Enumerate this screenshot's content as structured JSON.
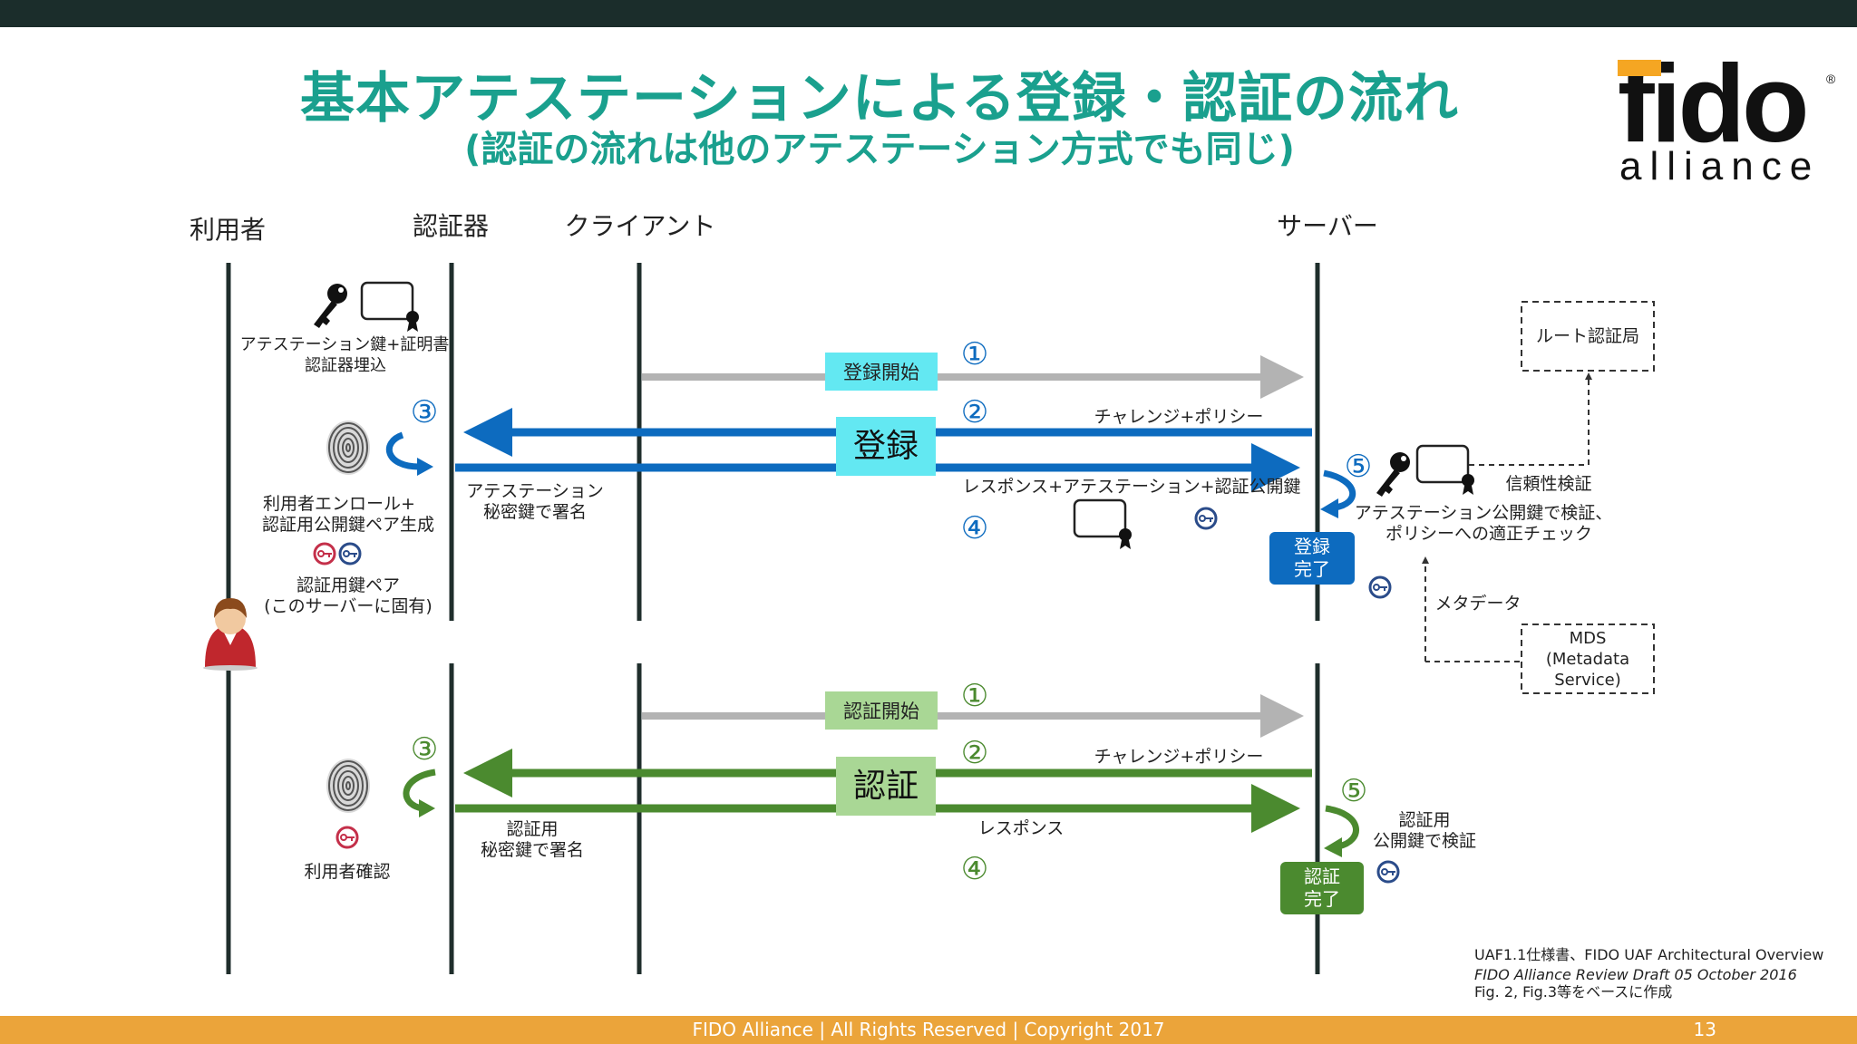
{
  "slide": {
    "title": "基本アテステーションによる登録・認証の流れ",
    "subtitle": "(認証の流れは他のアテステーション方式でも同じ)",
    "footer": "FIDO Alliance | All Rights Reserved | Copyright 2017",
    "page_number": "13"
  },
  "logo": {
    "word": "fido",
    "sub": "alliance",
    "mark": "®"
  },
  "actors": {
    "user": "利用者",
    "authenticator": "認証器",
    "client": "クライアント",
    "server": "サーバー"
  },
  "top_left": {
    "line1": "アテステーション鍵+証明書",
    "line2": "認証器埋込"
  },
  "registration": {
    "box_label": "登録",
    "start": "登録開始",
    "n1": "①",
    "n2": "②",
    "n3": "③",
    "n4": "④",
    "n5": "⑤",
    "challenge": "チャレンジ+ポリシー",
    "response": "レスポンス+アテステーション+認証公開鍵",
    "sign_line1": "アテステーション",
    "sign_line2": "秘密鍵で署名",
    "enroll_line1": "利用者エンロール+",
    "enroll_line2": "認証用公開鍵ペア生成",
    "keypair_line1": "認証用鍵ペア",
    "keypair_line2": "(このサーバーに固有)",
    "done_line1": "登録",
    "done_line2": "完了",
    "trust": "信頼性検証",
    "verify_line1": "アテステーション公開鍵で検証、",
    "verify_line2": "ポリシーへの適正チェック"
  },
  "authentication": {
    "box_label": "認証",
    "start": "認証開始",
    "n1": "①",
    "n2": "②",
    "n3": "③",
    "n4": "④",
    "n5": "⑤",
    "challenge": "チャレンジ+ポリシー",
    "response": "レスポンス",
    "sign_line1": "認証用",
    "sign_line2": "秘密鍵で署名",
    "confirm": "利用者確認",
    "verify_line1": "認証用",
    "verify_line2": "公開鍵で検証",
    "done_line1": "認証",
    "done_line2": "完了"
  },
  "side": {
    "root_ca": "ルート認証局",
    "metadata": "メタデータ",
    "mds_line1": "MDS",
    "mds_line2": "(Metadata",
    "mds_line3": "Service)"
  },
  "note": {
    "line1": "UAF1.1仕様書、FIDO UAF Architectural Overview",
    "line2": "FIDO Alliance Review Draft 05 October 2016",
    "line3": "Fig. 2, Fig.3等をベースに作成"
  },
  "colors": {
    "title": "#1aa08e",
    "reg_blue": "#0d6bbf",
    "auth_green": "#4b8a2f",
    "reg_box": "#63e8f2",
    "auth_box": "#a9d795",
    "start_arrow": "#b3b3b3",
    "footer": "#eba43a",
    "top_bar": "#1b2d2b",
    "logo_orange": "#f5a623"
  },
  "icons": [
    "key-icon",
    "certificate-icon",
    "fingerprint-icon",
    "user-avatar-icon",
    "private-key-icon",
    "public-key-icon"
  ]
}
